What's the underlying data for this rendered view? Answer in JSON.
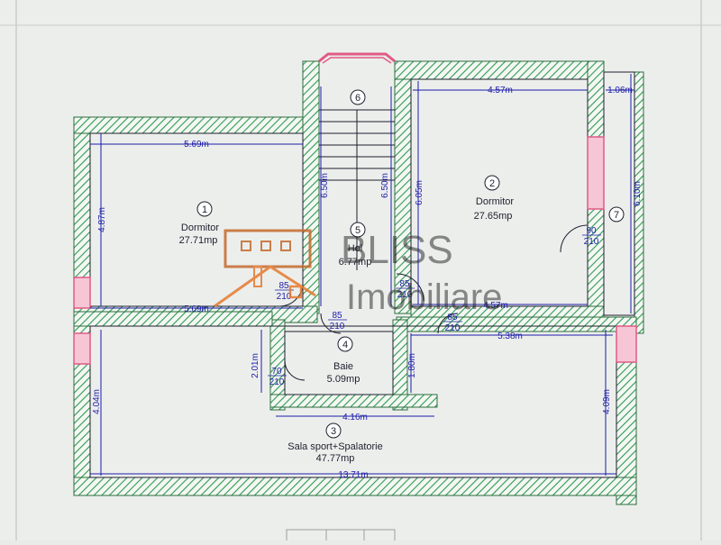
{
  "rooms": [
    {
      "num": "1",
      "name": "Dormitor",
      "area": "27.71mp"
    },
    {
      "num": "2",
      "name": "Dormitor",
      "area": "27.65mp"
    },
    {
      "num": "3",
      "name": "Sala sport+Spalatorie",
      "area": "47.77mp"
    },
    {
      "num": "4",
      "name": "Baie",
      "area": "5.09mp"
    },
    {
      "num": "5",
      "name": "Hol",
      "area": "6.77mp"
    },
    {
      "num": "6",
      "name": "",
      "area": ""
    },
    {
      "num": "7",
      "name": "",
      "area": ""
    }
  ],
  "dimensions": {
    "d1_top": "5.69m",
    "d1_bottom": "5.69m",
    "d1_left": "4.87m",
    "d2_top": "4.57m",
    "d2_bottom": "4.57m",
    "d2_left": "6.05m",
    "d7_top": "1.06m",
    "d7_right": "6.10m",
    "stair_left": "6.50m",
    "stair_right": "6.50m",
    "bath_left": "2.01m",
    "bath_right": "1.80m",
    "bath_bottom": "4.16m",
    "sala_top": "5.38m",
    "sala_left": "4.04m",
    "sala_right": "4.09m",
    "sala_bottom": "13.71m"
  },
  "doors": {
    "d1": {
      "w": "85",
      "h": "210"
    },
    "hol": {
      "w": "85",
      "h": "210"
    },
    "d2": {
      "w": "85",
      "h": "210"
    },
    "sala": {
      "w": "85",
      "h": "210"
    },
    "baie": {
      "w": "70",
      "h": "210"
    },
    "r7": {
      "w": "90",
      "h": "210"
    }
  },
  "watermark": {
    "line1": "BLISS",
    "line2": "Imobiliare"
  },
  "colors": {
    "wall_hatch": "#2e9a52",
    "window": "#e05a86",
    "ink": "#1c1ca8",
    "logo": "#c56a2c"
  }
}
